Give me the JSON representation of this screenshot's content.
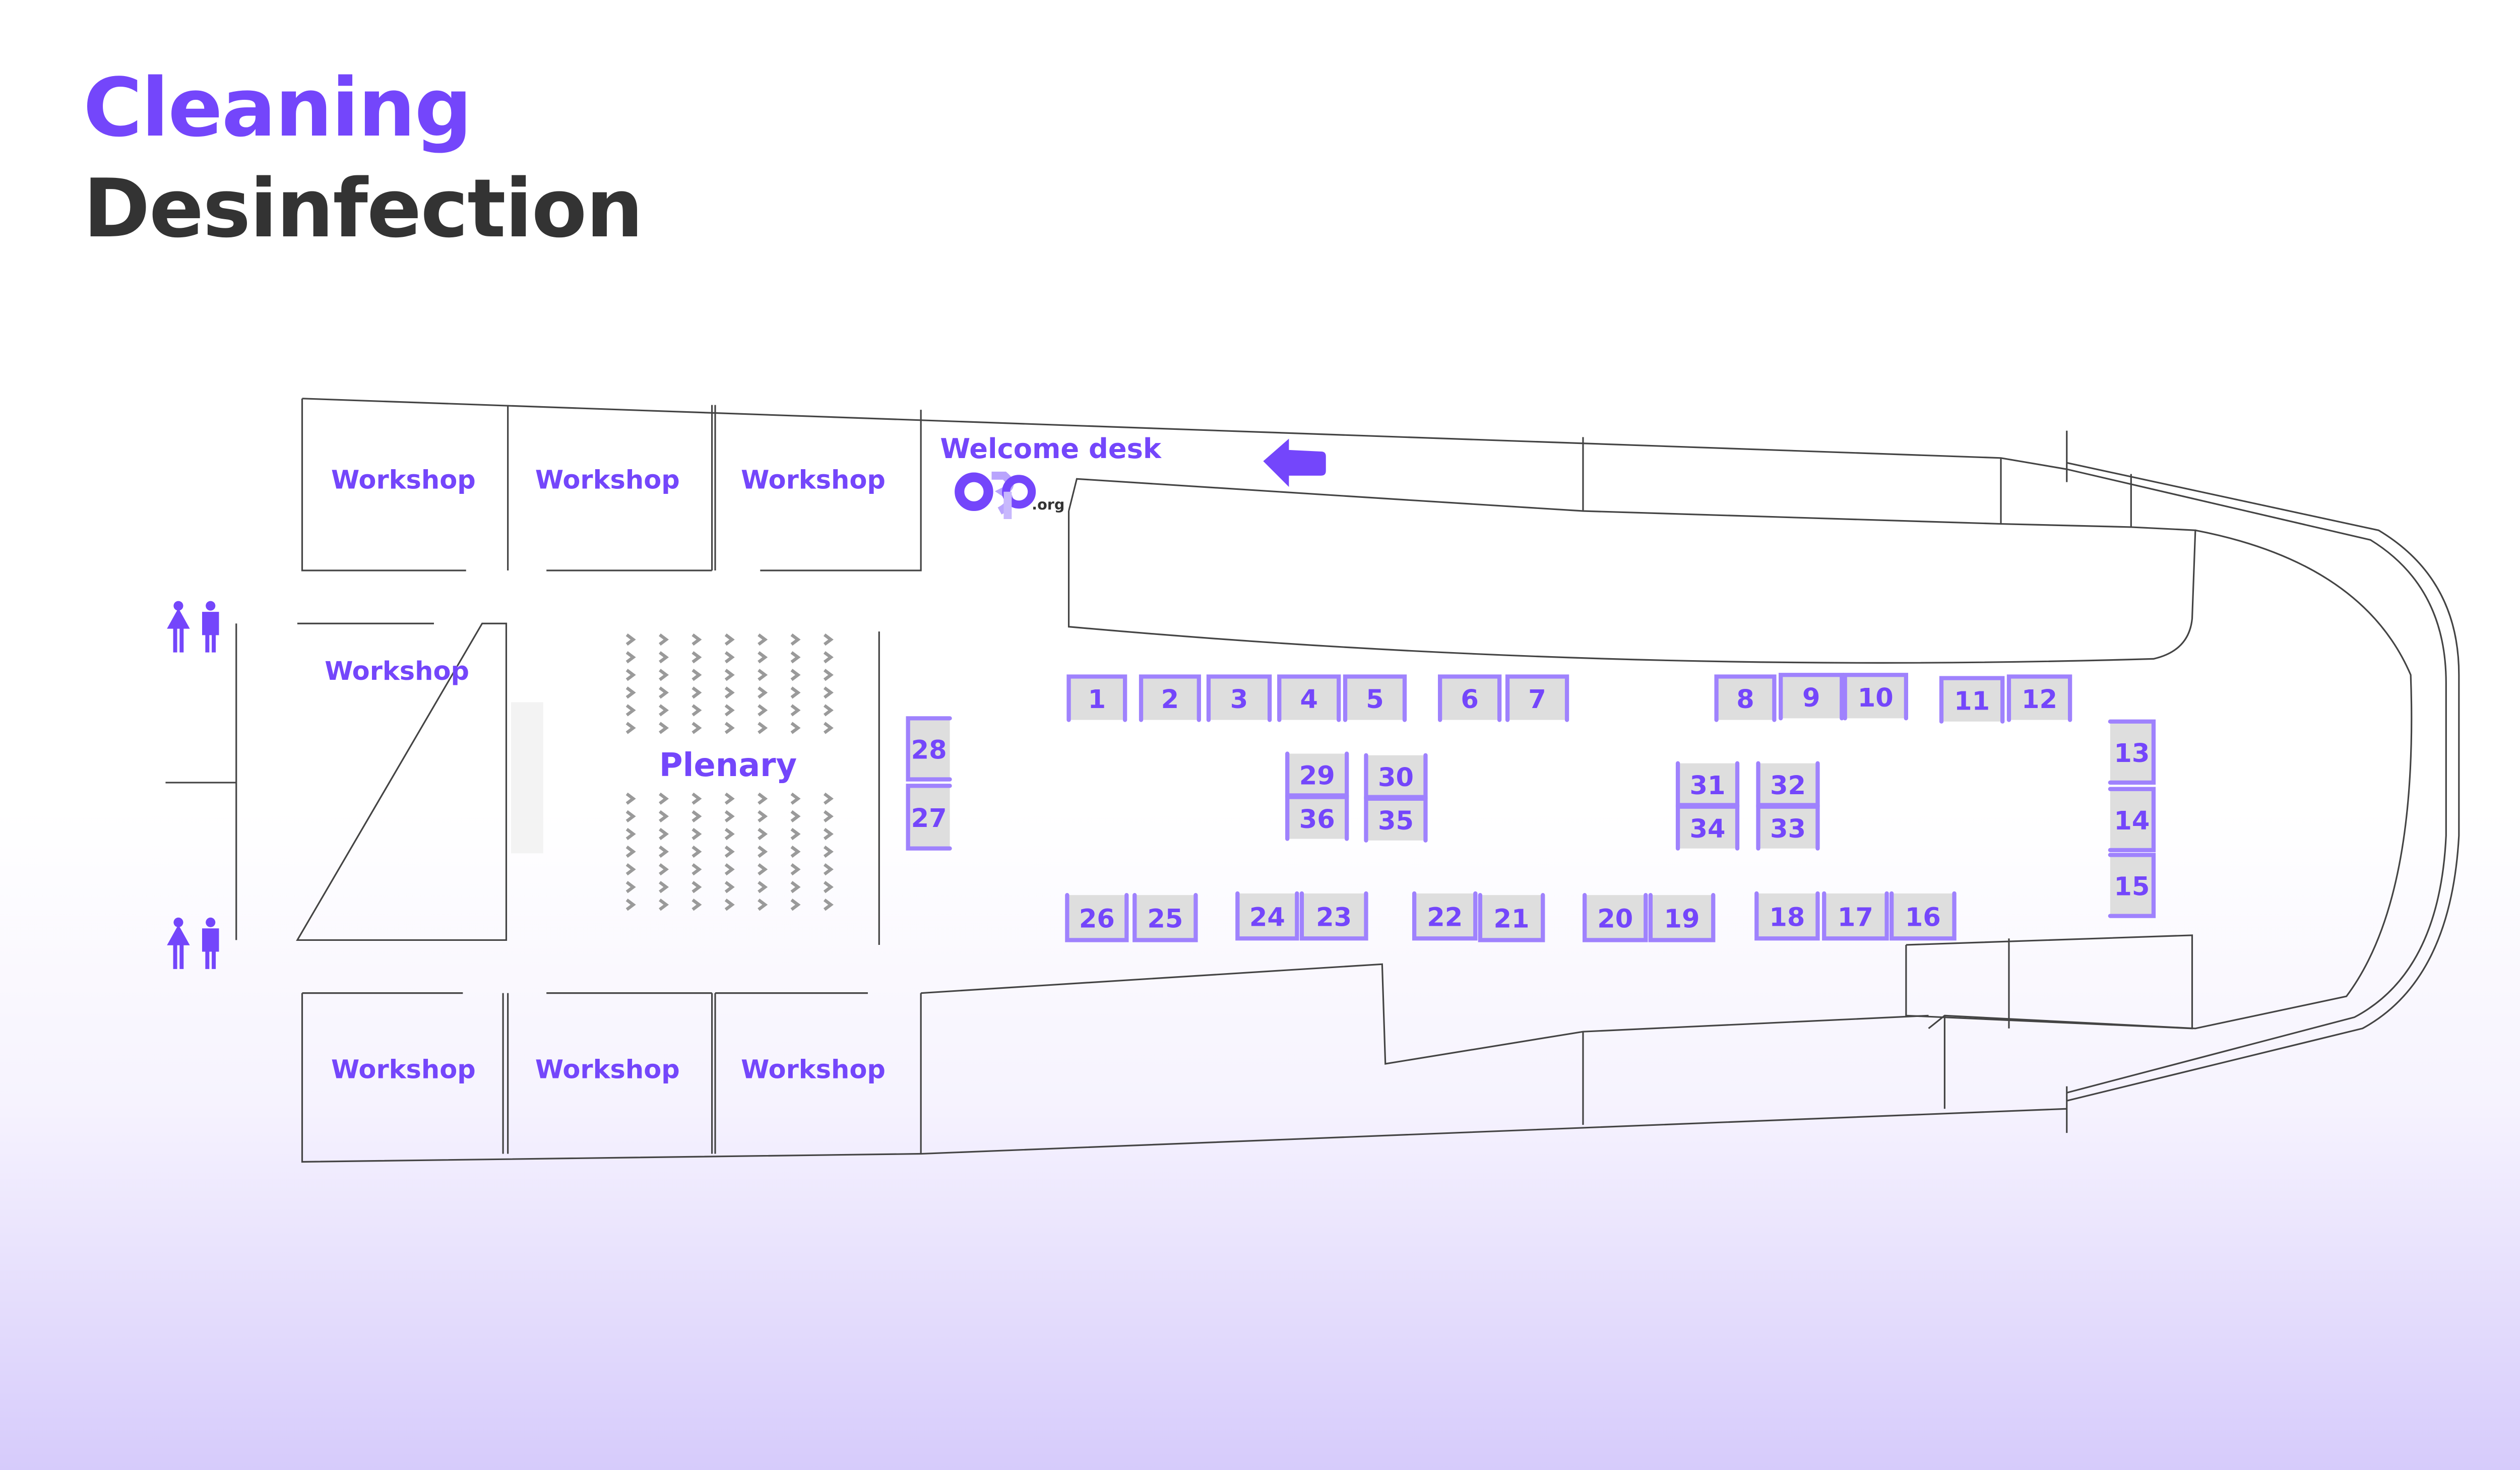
{
  "header": {
    "title": "Cleaning",
    "subtitle": "Desinfection"
  },
  "colors": {
    "accent": "#7446fb",
    "booth_border": "#9f82fd",
    "booth_fill": "#dedede",
    "title_dark": "#333333"
  },
  "rooms": {
    "workshop_label": "Workshop",
    "plenary_label": "Plenary",
    "welcome_desk_label": "Welcome desk",
    "logo_text": "c3p.org",
    "logo_suffix": ".org"
  },
  "icons": [
    "restroom-icon",
    "arrow-left-icon",
    "c3p-logo"
  ],
  "booths": [
    "1",
    "2",
    "3",
    "4",
    "5",
    "6",
    "7",
    "8",
    "9",
    "10",
    "11",
    "12",
    "13",
    "14",
    "15",
    "16",
    "17",
    "18",
    "19",
    "20",
    "21",
    "22",
    "23",
    "24",
    "25",
    "26",
    "27",
    "28",
    "29",
    "30",
    "31",
    "32",
    "33",
    "34",
    "35",
    "36"
  ]
}
